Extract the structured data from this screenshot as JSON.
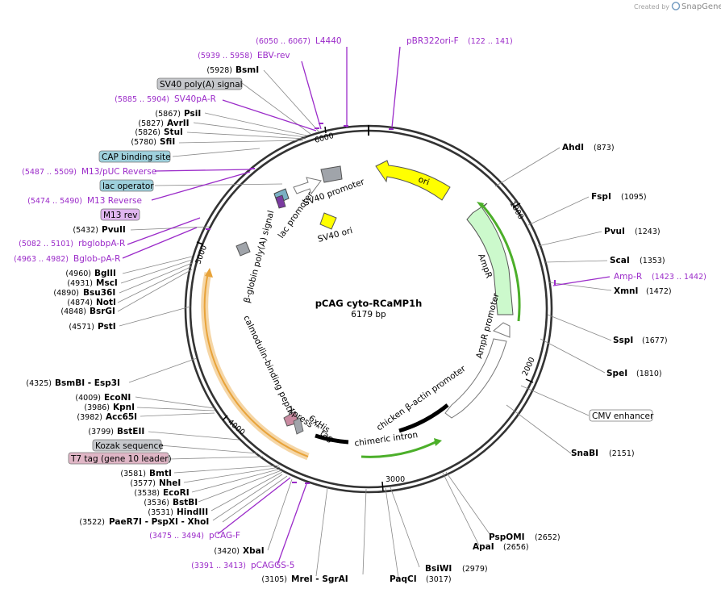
{
  "credit": {
    "prefix": "Created by",
    "brand": "SnapGene"
  },
  "plasmid": {
    "name": "pCAG cyto-RCaMP1h",
    "length": "6179 bp"
  },
  "ticks": [
    "1000",
    "2000",
    "3000",
    "4000",
    "5000",
    "6000"
  ],
  "sites_right": [
    {
      "name": "AhdI",
      "pos": "(873)"
    },
    {
      "name": "FspI",
      "pos": "(1095)"
    },
    {
      "name": "PvuI",
      "pos": "(1243)"
    },
    {
      "name": "ScaI",
      "pos": "(1353)"
    },
    {
      "name": "XmnI",
      "pos": "(1472)"
    },
    {
      "name": "SspI",
      "pos": "(1677)"
    },
    {
      "name": "SpeI",
      "pos": "(1810)"
    },
    {
      "name": "SnaBI",
      "pos": "(2151)"
    },
    {
      "name": "PspOMI",
      "pos": "(2652)"
    },
    {
      "name": "ApaI",
      "pos": "(2656)"
    },
    {
      "name": "BsiWI",
      "pos": "(2979)"
    },
    {
      "name": "PaqCI",
      "pos": "(3017)"
    }
  ],
  "sites_left": [
    {
      "name": "BsmI",
      "pos": "(5928)"
    },
    {
      "name": "PsiI",
      "pos": "(5867)"
    },
    {
      "name": "AvrII",
      "pos": "(5827)"
    },
    {
      "name": "StuI",
      "pos": "(5826)"
    },
    {
      "name": "SfiI",
      "pos": "(5780)"
    },
    {
      "name": "PvuII",
      "pos": "(5432)"
    },
    {
      "name": "BglII",
      "pos": "(4960)"
    },
    {
      "name": "MscI",
      "pos": "(4931)"
    },
    {
      "name": "Bsu36I",
      "pos": "(4890)"
    },
    {
      "name": "NotI",
      "pos": "(4874)"
    },
    {
      "name": "BsrGI",
      "pos": "(4848)"
    },
    {
      "name": "PstI",
      "pos": "(4571)"
    },
    {
      "name": "BsmBI - Esp3I",
      "pos": "(4325)"
    },
    {
      "name": "EcoNI",
      "pos": "(4009)"
    },
    {
      "name": "KpnI",
      "pos": "(3986)"
    },
    {
      "name": "Acc65I",
      "pos": "(3982)"
    },
    {
      "name": "BstEII",
      "pos": "(3799)"
    },
    {
      "name": "BmtI",
      "pos": "(3581)"
    },
    {
      "name": "NheI",
      "pos": "(3577)"
    },
    {
      "name": "EcoRI",
      "pos": "(3538)"
    },
    {
      "name": "BstBI",
      "pos": "(3536)"
    },
    {
      "name": "HindIII",
      "pos": "(3531)"
    },
    {
      "name": "PaeR7I - PspXI - XhoI",
      "pos": "(3522)"
    },
    {
      "name": "XbaI",
      "pos": "(3420)"
    },
    {
      "name": "MreI - SgrAI",
      "pos": "(3105)"
    }
  ],
  "primers": [
    {
      "name": "L4440",
      "pos": "(6050 .. 6067)"
    },
    {
      "name": "pBR322ori-F",
      "pos": "(122 .. 141)"
    },
    {
      "name": "EBV-rev",
      "pos": "(5939 .. 5958)"
    },
    {
      "name": "SV40pA-R",
      "pos": "(5885 .. 5904)"
    },
    {
      "name": "M13/pUC Reverse",
      "pos": "(5487 .. 5509)"
    },
    {
      "name": "M13 Reverse",
      "pos": "(5474 .. 5490)"
    },
    {
      "name": "rbglobpA-R",
      "pos": "(5082 .. 5101)"
    },
    {
      "name": "Bglob-pA-R",
      "pos": "(4963 .. 4982)"
    },
    {
      "name": "Amp-R",
      "pos": "(1423 .. 1442)"
    },
    {
      "name": "pCAG-F",
      "pos": "(3475 .. 3494)"
    },
    {
      "name": "pCAGGS-5",
      "pos": "(3391 .. 3413)"
    }
  ],
  "feature_boxes": [
    {
      "label": "SV40 poly(A) signal"
    },
    {
      "label": "CAP binding site"
    },
    {
      "label": "lac operator"
    },
    {
      "label": "M13 rev"
    },
    {
      "label": "Kozak sequence"
    },
    {
      "label": "T7 tag (gene 10 leader)"
    },
    {
      "label": "CMV enhancer"
    }
  ],
  "features": [
    {
      "label": "ori"
    },
    {
      "label": "AmpR"
    },
    {
      "label": "AmpR promoter"
    },
    {
      "label": "chicken β-actin promoter"
    },
    {
      "label": "chimeric intron"
    },
    {
      "label": "SV40 promoter"
    },
    {
      "label": "lac promoter"
    },
    {
      "label": "SV40 ori"
    },
    {
      "label": "β-globin poly(A) signal"
    },
    {
      "label": "calmodulin-binding peptide"
    },
    {
      "label": "Xpress™ tag"
    },
    {
      "label": "6xHis"
    }
  ],
  "colors": {
    "ori": "#ffff00",
    "ampr": "#ccf9cc",
    "cbp": "#ffe7b8",
    "green_arc": "#4caf2a",
    "orange_arc": "#e8a33a",
    "primer": "#9b2bc9",
    "backbone": "#333333"
  }
}
